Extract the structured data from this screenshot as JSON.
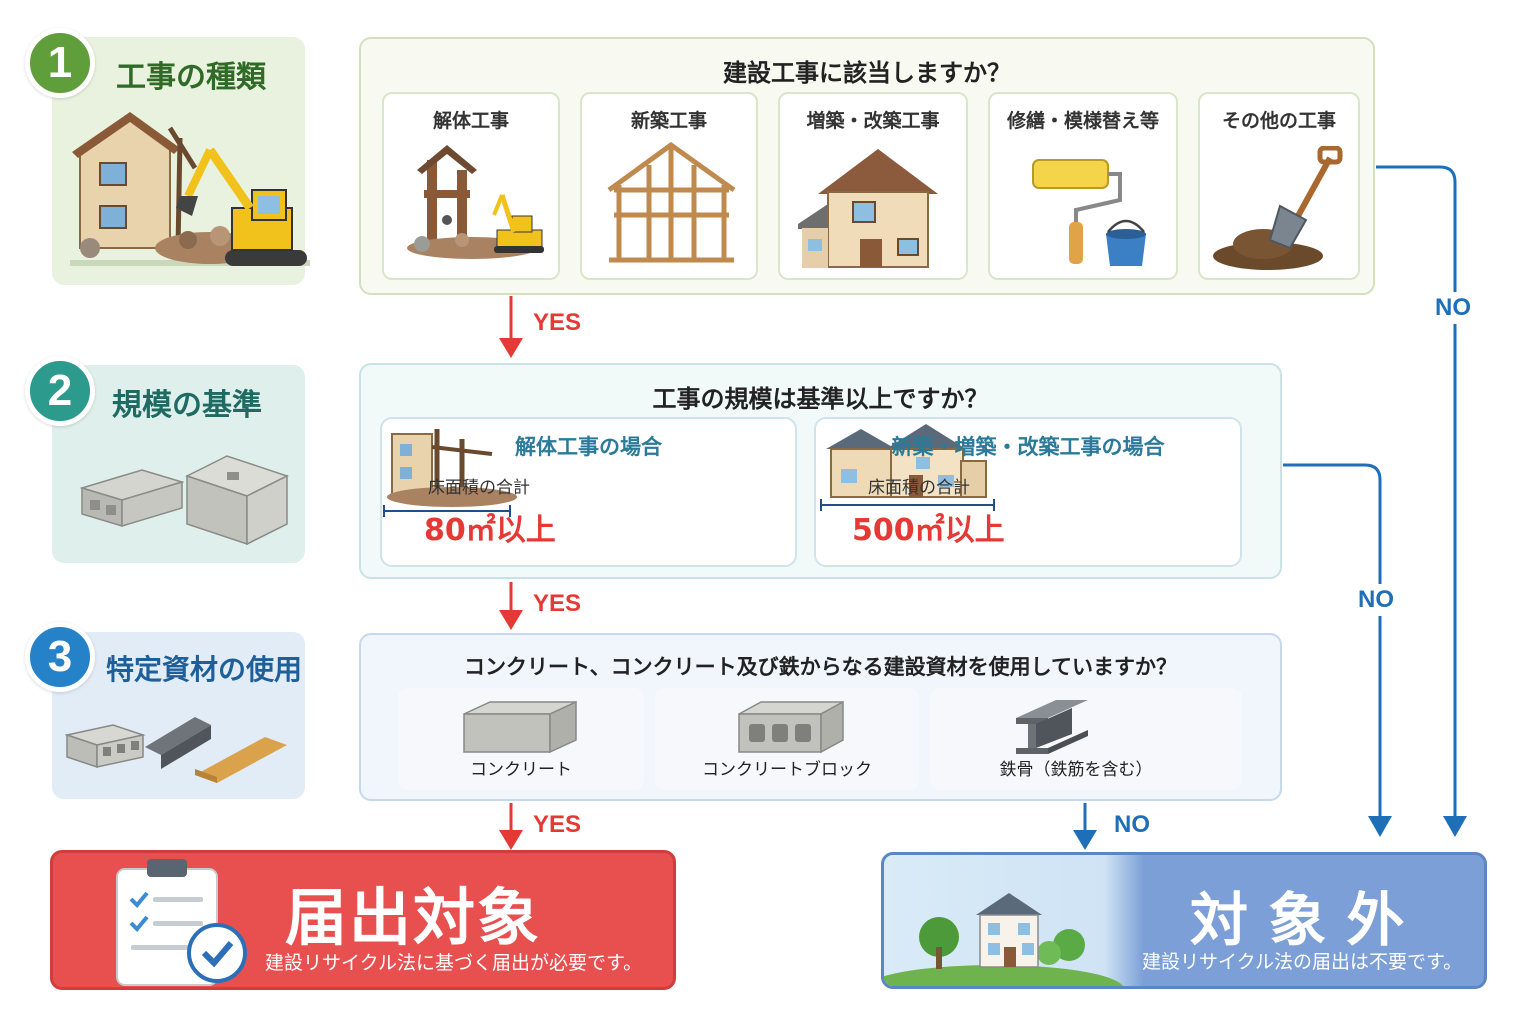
{
  "steps": [
    {
      "number": "1",
      "title": "工事の種類",
      "badge_color": "#5f9e3a",
      "title_color": "#2f6b26"
    },
    {
      "number": "2",
      "title": "規模の基準",
      "badge_color": "#2d9a8e",
      "title_color": "#1f6b63"
    },
    {
      "number": "3",
      "title": "特定資材の使用",
      "badge_color": "#2582c9",
      "title_color": "#1f5f99"
    }
  ],
  "q1": {
    "question": "建設工事に該当しますか？",
    "cards": [
      "解体工事",
      "新築工事",
      "増築・改築工事",
      "修繕・模様替え等",
      "その他の工事"
    ]
  },
  "q2": {
    "question": "工事の規模は基準以上ですか？",
    "demolition": {
      "title": "解体工事の場合",
      "label": "床面積の合計",
      "value": "80㎡以上"
    },
    "construction": {
      "title": "新築・増築・改築工事の場合",
      "label": "床面積の合計",
      "value": "500㎡以上"
    }
  },
  "q3": {
    "question": "コンクリート、コンクリート及び鉄からなる建設資材を使用していますか？",
    "materials": [
      "コンクリート",
      "コンクリートブロック",
      "鉄骨（鉄筋を含む）"
    ]
  },
  "flow": {
    "yes": "YES",
    "no": "NO"
  },
  "results": {
    "applicable": {
      "title": "届出対象",
      "subtitle": "建設リサイクル法に基づく届出が必要です。",
      "color": "#e84f4f"
    },
    "not_applicable": {
      "title": "対 象 外",
      "subtitle": "建設リサイクル法の届出は不要です。",
      "color": "#6f95cf"
    }
  },
  "colors": {
    "yes_arrow": "#e53935",
    "no_arrow": "#1f6fb8"
  }
}
